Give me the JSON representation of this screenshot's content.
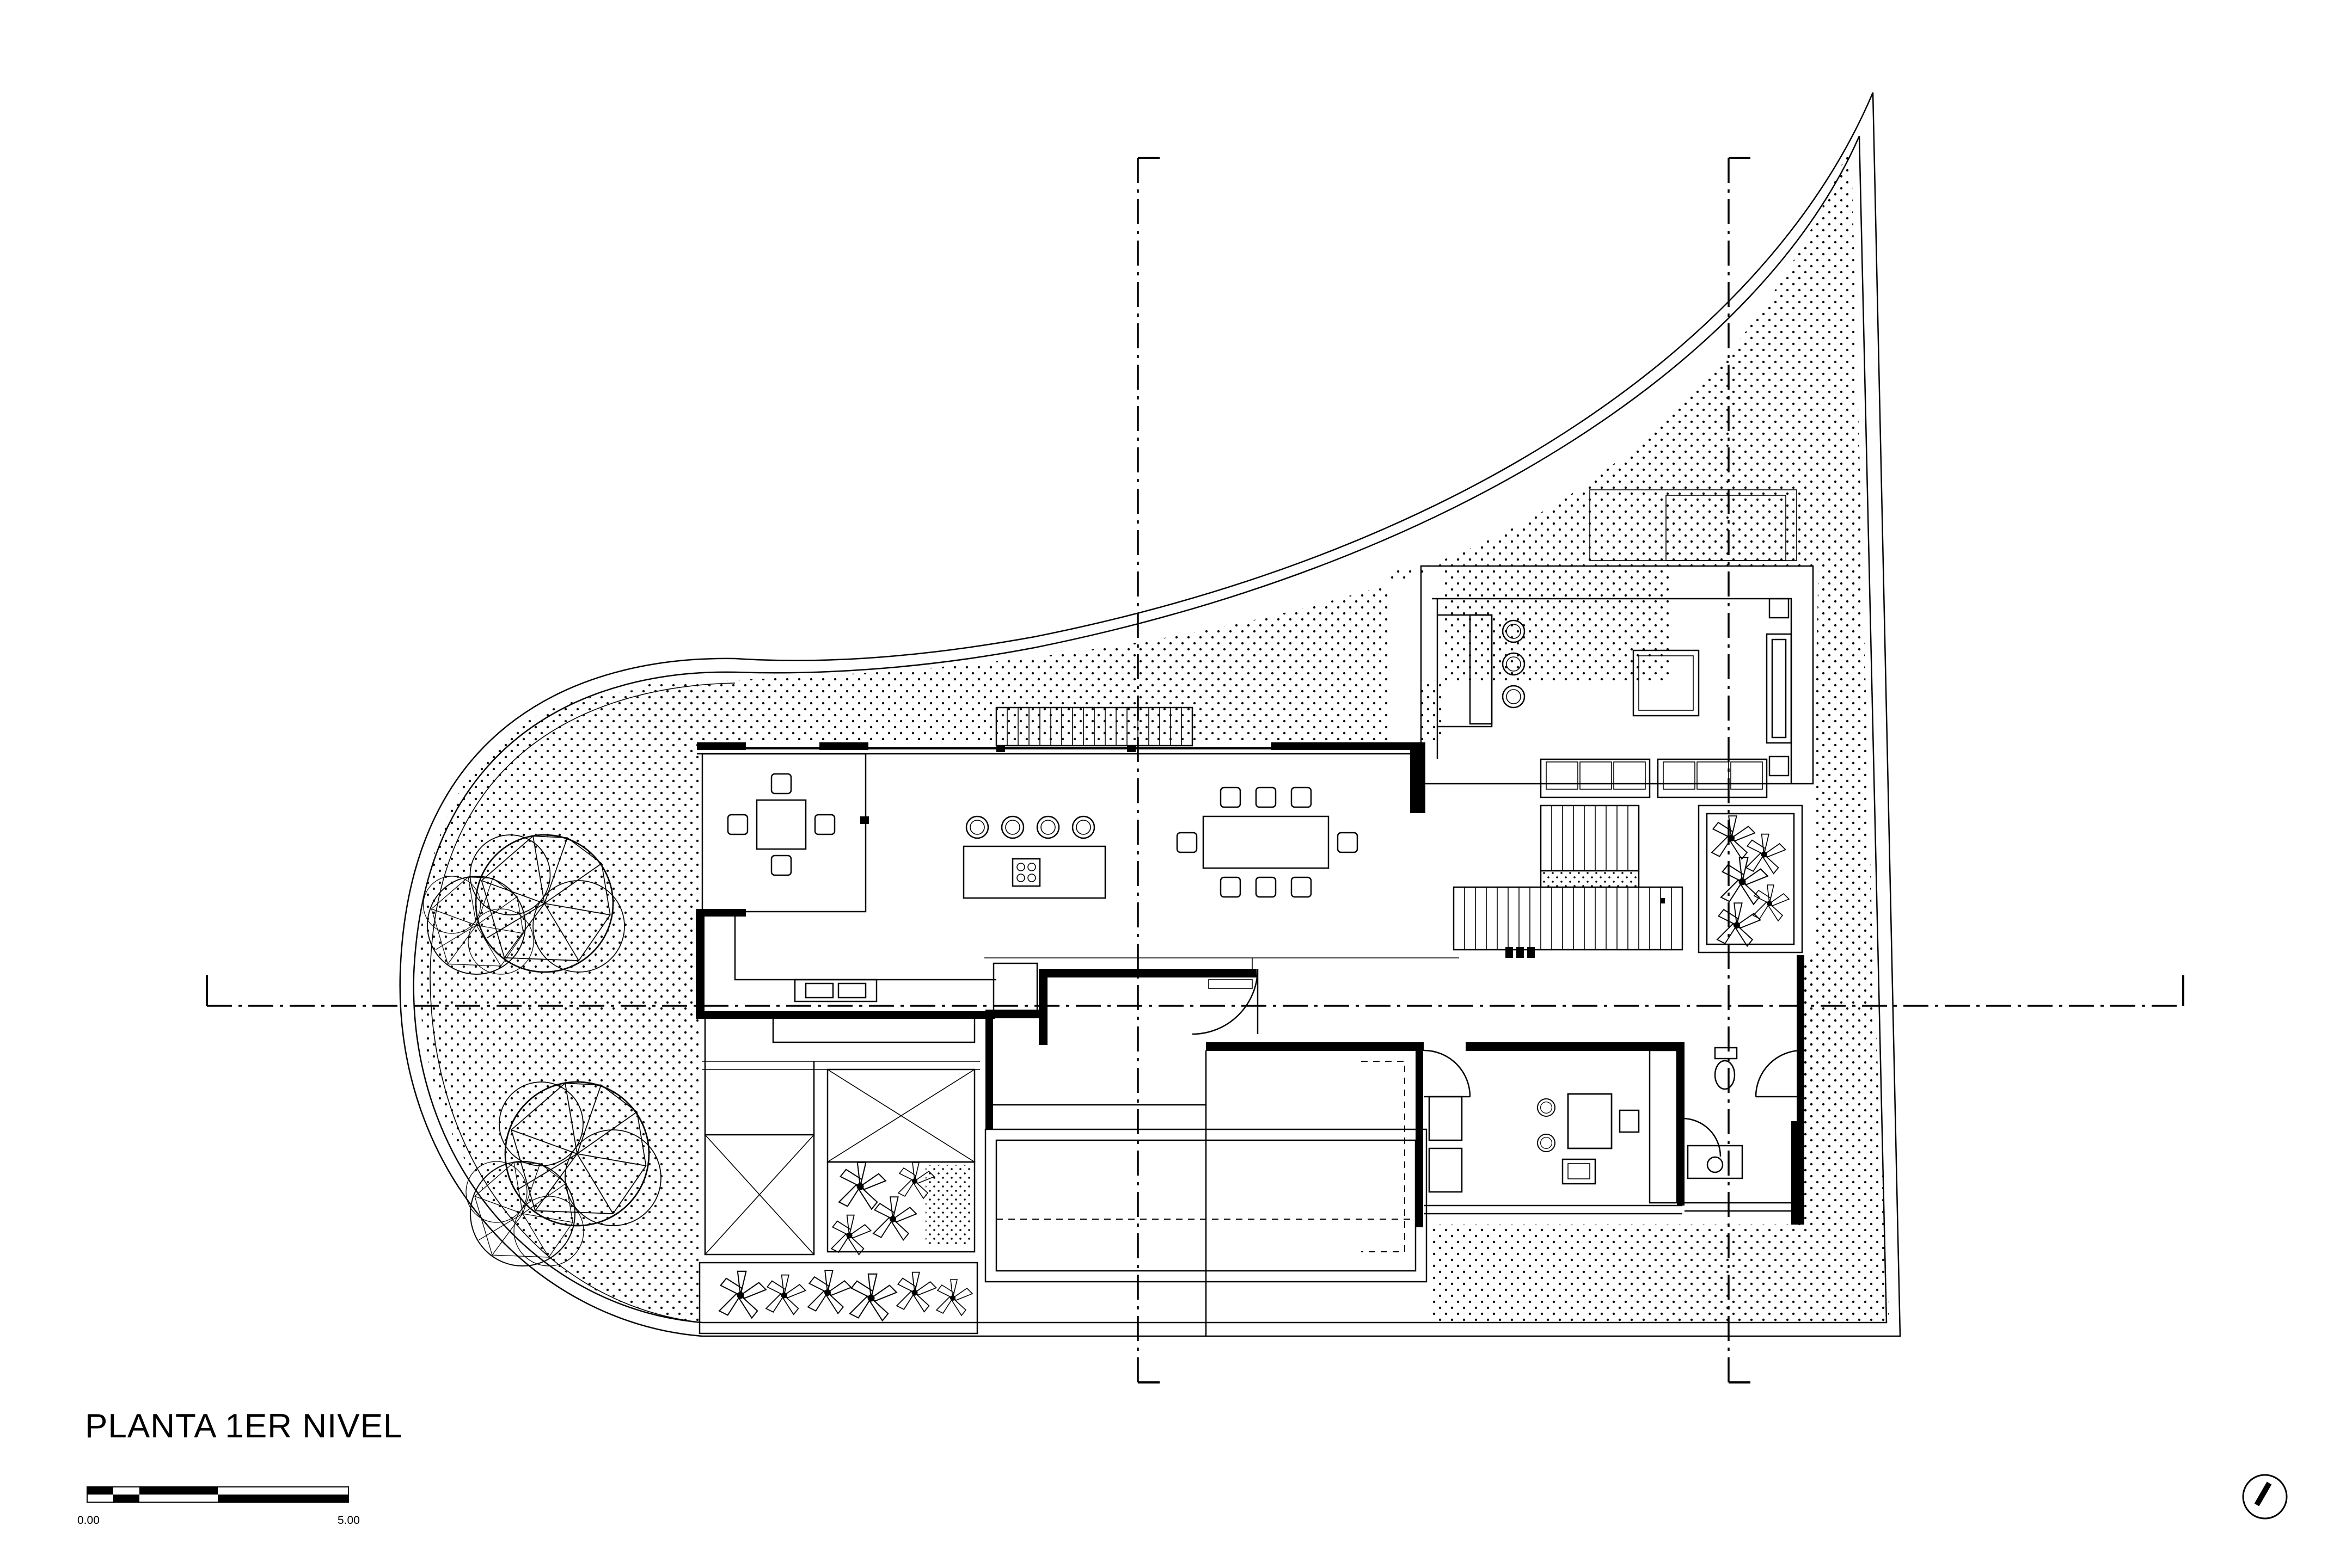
{
  "drawing": {
    "title": "PLANTA 1ER NIVEL",
    "scale_start": "0.00",
    "scale_end": "5.00"
  },
  "symbols": {
    "north_arrow": "north-arrow-icon",
    "section_marker": "section-cut-marker-icon",
    "tree": "tree-icon",
    "shrub": "shrub-icon"
  },
  "colors": {
    "line": "#000000",
    "background": "#ffffff"
  }
}
